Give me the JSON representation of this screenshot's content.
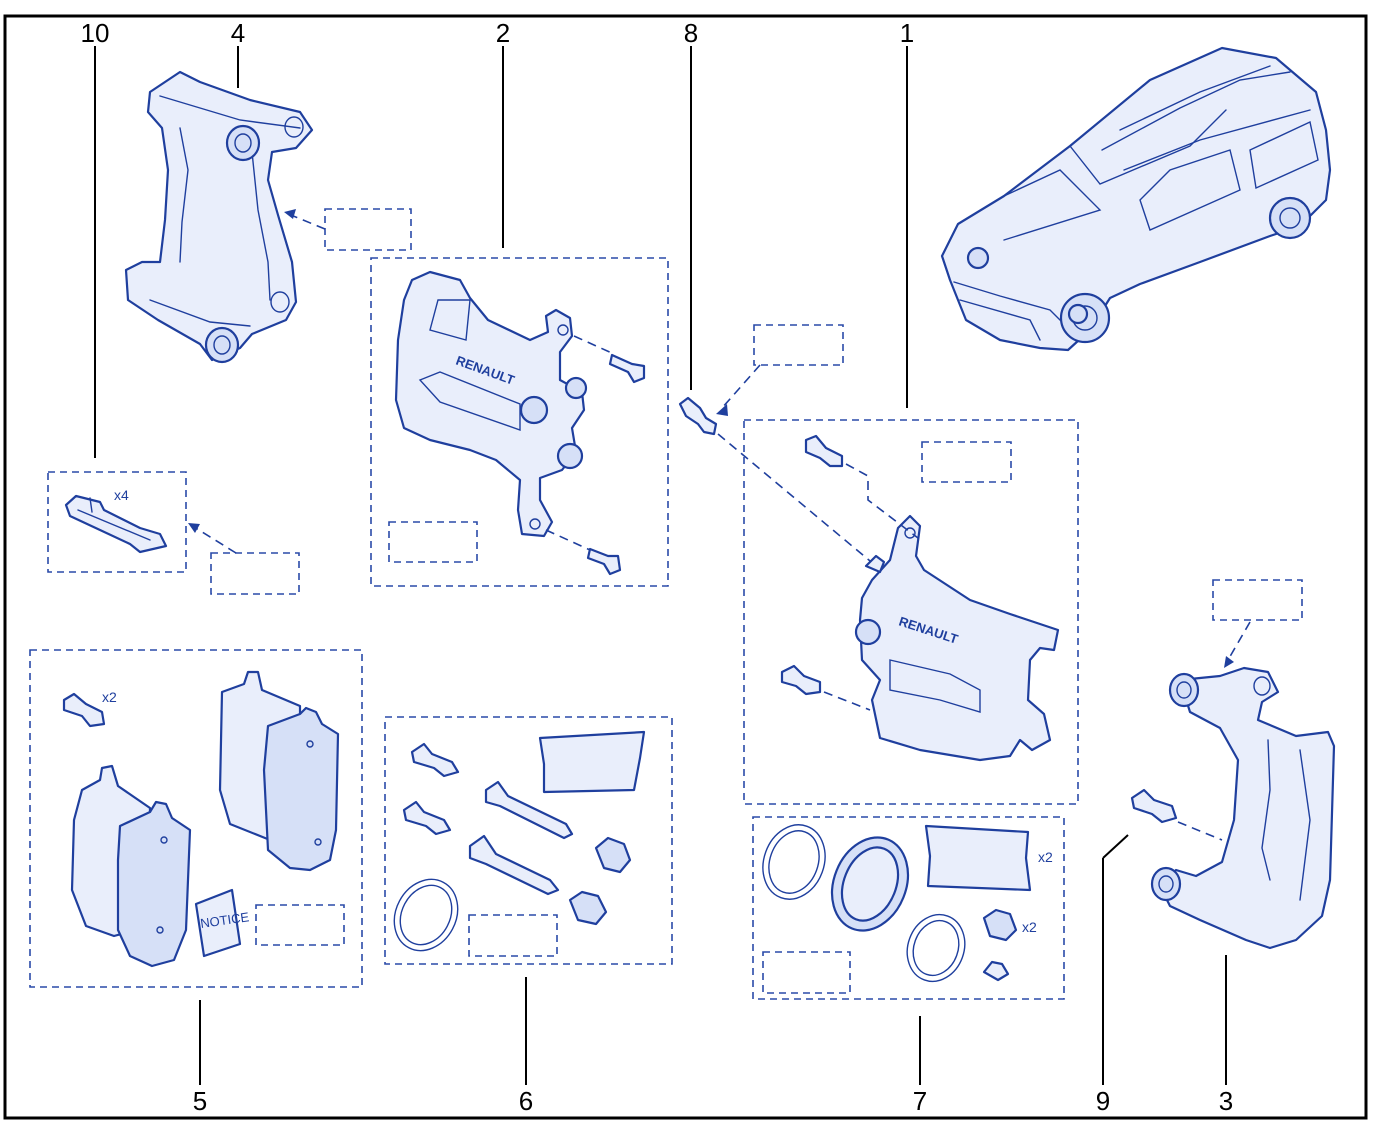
{
  "callouts": {
    "n1": "1",
    "n2": "2",
    "n3": "3",
    "n4": "4",
    "n5": "5",
    "n6": "6",
    "n7": "7",
    "n8": "8",
    "n9": "9",
    "n10": "10"
  },
  "labels": {
    "renault_left": "RENAULT",
    "renault_right": "RENAULT",
    "notice": "NOTICE",
    "qty_x4": "x4",
    "qty_x2_screws": "x2",
    "qty_x2_seals": "x2",
    "qty_x2_boots": "x2"
  },
  "colors": {
    "line_art": "#1f3f9e",
    "frame": "#000000",
    "background": "#ffffff"
  }
}
